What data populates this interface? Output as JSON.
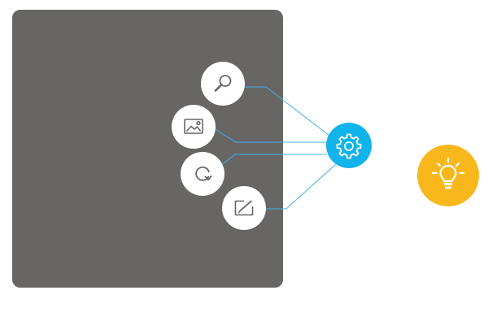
{
  "colors": {
    "panel": "#676665",
    "hub": "#11b4ea",
    "connector": "#3fb3e6",
    "tool_bg": "#ffffff",
    "tool_icon": "#666666",
    "idea": "#f8b81c"
  },
  "nodes": {
    "tools": [
      {
        "id": "search",
        "icon": "search-icon"
      },
      {
        "id": "image",
        "icon": "image-icon"
      },
      {
        "id": "refresh",
        "icon": "refresh-icon"
      },
      {
        "id": "edit",
        "icon": "edit-icon"
      }
    ],
    "hub": {
      "icon": "gear-icon"
    },
    "idea": {
      "icon": "lightbulb-icon"
    }
  }
}
